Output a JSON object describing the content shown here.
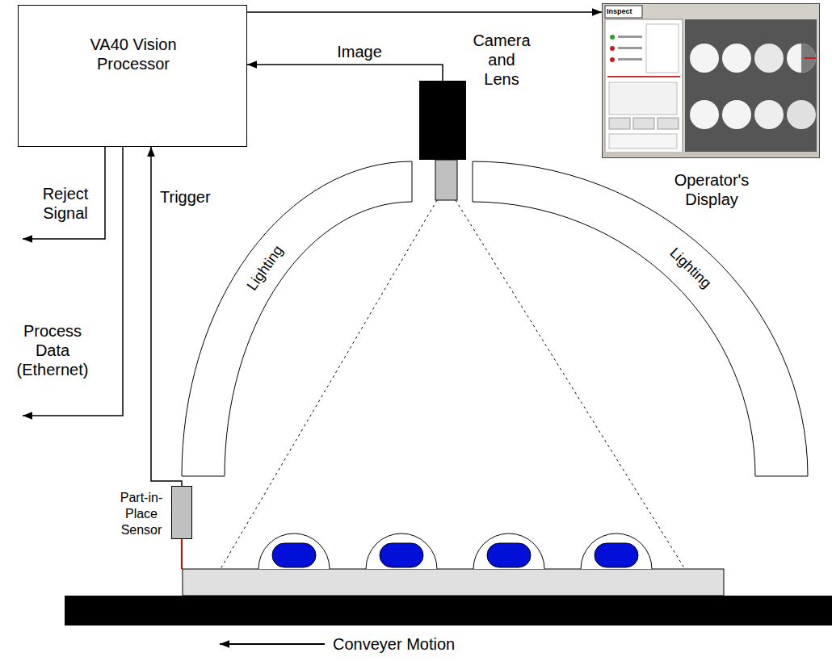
{
  "diagram": {
    "nodes": [
      {
        "text": [
          "VA40 Vision Processor"
        ]
      },
      {
        "text": [
          "Camera and Lens"
        ]
      },
      {
        "text": [
          "Operator's Display"
        ]
      },
      {
        "text": [
          "Lighting"
        ]
      },
      {
        "text": [
          "Lighting"
        ]
      },
      {
        "text": [
          "Part-in-Place Sensor"
        ]
      }
    ],
    "edges": [
      {
        "from": 0,
        "to": 2,
        "arrow": "to"
      },
      {
        "from": 1,
        "to": 0,
        "label": "Image",
        "arrow": "to"
      },
      {
        "from": 5,
        "to": 0,
        "label": "Trigger",
        "arrow": "to"
      }
    ],
    "labels": [
      "Inspect",
      "Reject Signal",
      "Process Data (Ethernet)",
      "Conveyer Motion"
    ]
  }
}
